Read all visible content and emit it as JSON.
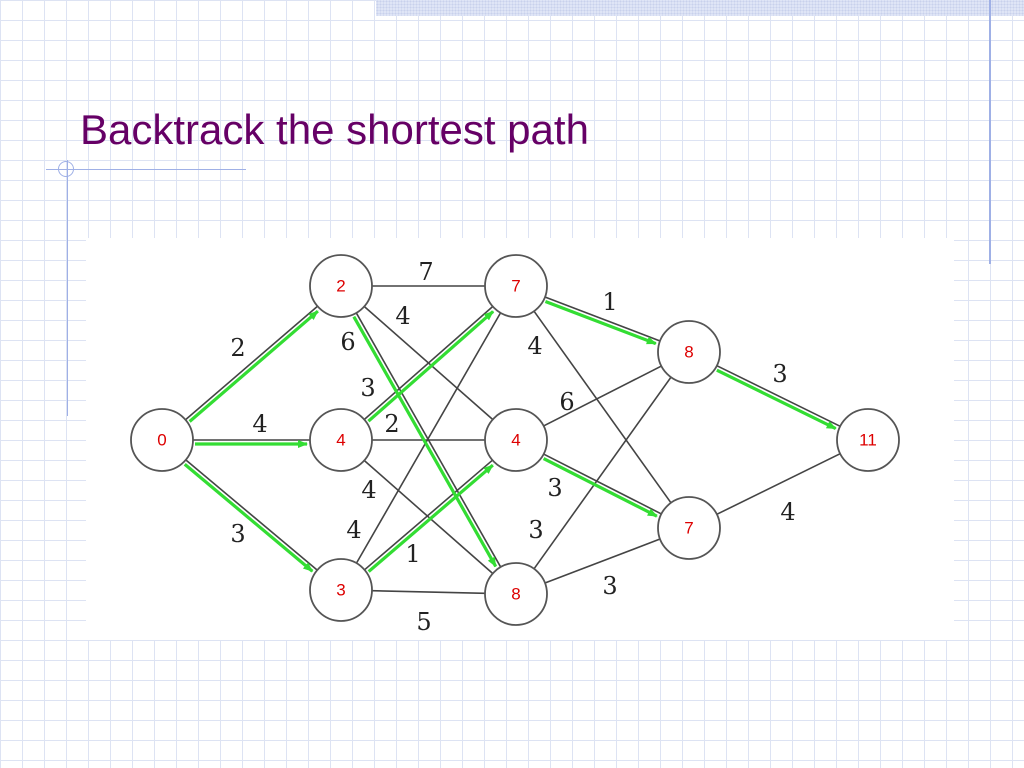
{
  "slide": {
    "title": "Backtrack the shortest path"
  },
  "colors": {
    "title": "#660066",
    "node_label": "#dd0000",
    "edge": "#444444",
    "highlight": "#33dd33",
    "node_stroke": "#555555",
    "edge_weight": "#222222"
  },
  "graph": {
    "nodes": [
      {
        "id": "s",
        "label": "0"
      },
      {
        "id": "a1",
        "label": "2"
      },
      {
        "id": "a2",
        "label": "4"
      },
      {
        "id": "a3",
        "label": "3"
      },
      {
        "id": "b1",
        "label": "7"
      },
      {
        "id": "b2",
        "label": "4"
      },
      {
        "id": "b3",
        "label": "8"
      },
      {
        "id": "c1",
        "label": "8"
      },
      {
        "id": "c2",
        "label": "7"
      },
      {
        "id": "t",
        "label": "11"
      }
    ],
    "edges": [
      {
        "from": "s",
        "to": "a1",
        "weight": "2",
        "highlight": true
      },
      {
        "from": "s",
        "to": "a2",
        "weight": "4",
        "highlight": true
      },
      {
        "from": "s",
        "to": "a3",
        "weight": "3",
        "highlight": true
      },
      {
        "from": "a1",
        "to": "b1",
        "weight": "7",
        "highlight": false
      },
      {
        "from": "a1",
        "to": "b2",
        "weight": "4",
        "highlight": false
      },
      {
        "from": "a1",
        "to": "b3",
        "weight": "6",
        "highlight": true
      },
      {
        "from": "a2",
        "to": "b1",
        "weight": "3",
        "highlight": true
      },
      {
        "from": "a2",
        "to": "b2",
        "weight": "2",
        "highlight": false
      },
      {
        "from": "a2",
        "to": "b3",
        "weight": "4",
        "highlight": false
      },
      {
        "from": "a3",
        "to": "b1",
        "weight": "4",
        "highlight": false
      },
      {
        "from": "a3",
        "to": "b2",
        "weight": "1",
        "highlight": true
      },
      {
        "from": "a3",
        "to": "b3",
        "weight": "5",
        "highlight": false
      },
      {
        "from": "b1",
        "to": "c1",
        "weight": "1",
        "highlight": true
      },
      {
        "from": "b1",
        "to": "c2",
        "weight": "4",
        "highlight": false
      },
      {
        "from": "b2",
        "to": "c1",
        "weight": "6",
        "highlight": false
      },
      {
        "from": "b2",
        "to": "c2",
        "weight": "3",
        "highlight": true
      },
      {
        "from": "b3",
        "to": "c1",
        "weight": "3",
        "highlight": false
      },
      {
        "from": "b3",
        "to": "c2",
        "weight": "3",
        "highlight": false
      },
      {
        "from": "c1",
        "to": "t",
        "weight": "3",
        "highlight": true
      },
      {
        "from": "c2",
        "to": "t",
        "weight": "4",
        "highlight": false
      }
    ]
  }
}
